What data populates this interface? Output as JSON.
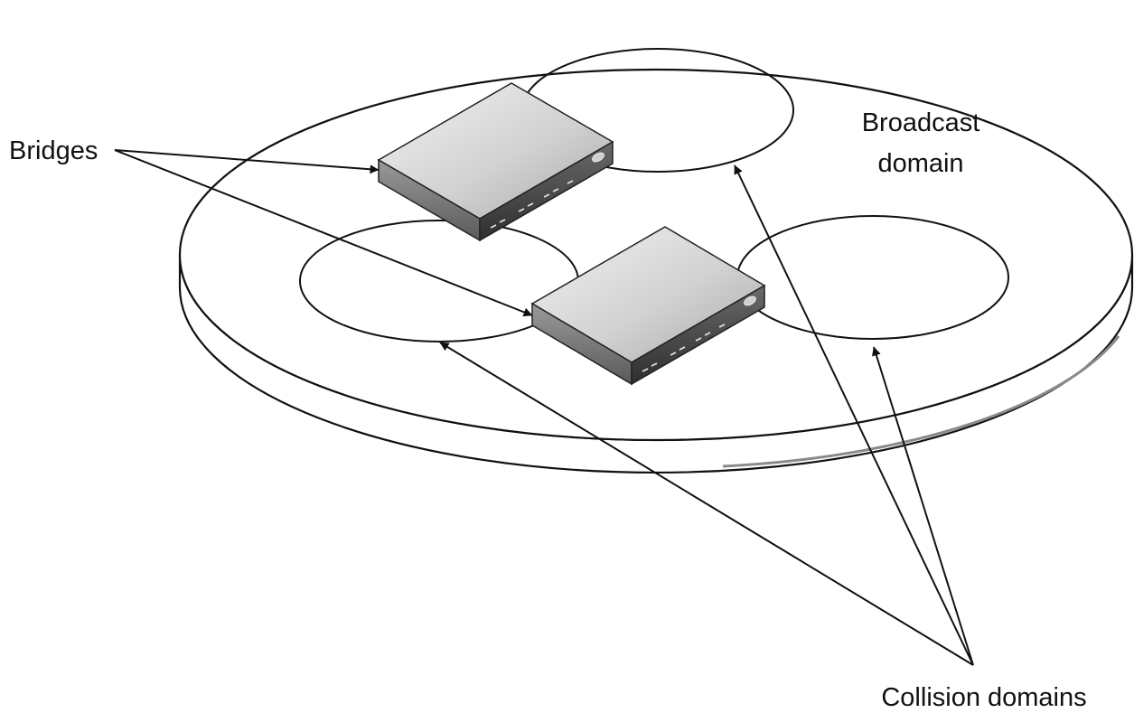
{
  "labels": {
    "bridges": "Bridges",
    "broadcast_line1": "Broadcast",
    "broadcast_line2": "domain",
    "collision": "Collision domains"
  },
  "colors": {
    "line": "#111111",
    "background": "#ffffff",
    "device_top_light": "#efefef",
    "device_top_dark": "#b4b4b4",
    "device_front": "#4a4a4a"
  },
  "icons": [
    "bridge-device-icon",
    "arrowhead"
  ]
}
